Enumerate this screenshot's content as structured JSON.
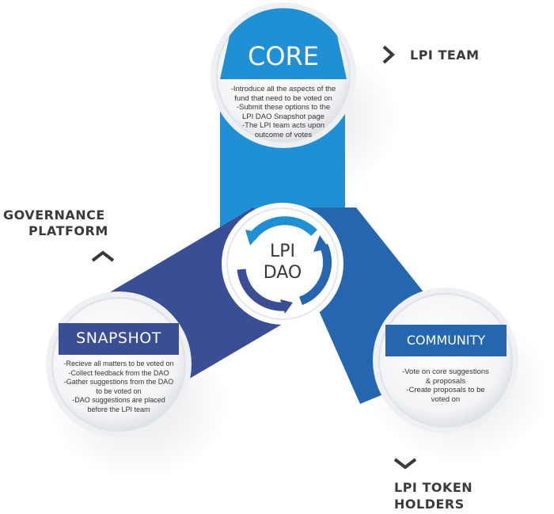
{
  "colors": {
    "light_blue": "#1f8fd6",
    "mid_blue": "#2566b0",
    "dark_blue": "#3a4e96",
    "white": "#ffffff",
    "text": "#3a3a3a"
  },
  "center": {
    "line1": "LPI",
    "line2": "DAO"
  },
  "core": {
    "title": "CORE",
    "lines": [
      "-Introduce all the aspects of the",
      "fund that need to be voted on",
      "-Submit these options to the",
      "LPI DAO Snapshot page",
      "-The LPI team acts upon",
      "outcome of votes"
    ],
    "side_label": "LPI TEAM"
  },
  "snapshot": {
    "title": "SNAPSHOT",
    "lines": [
      "-Recieve all matters to be voted on",
      "-Collect feedback from the  DAO",
      "-Gather suggestions from the DAO",
      "to be voted on",
      "-DAO suggestions are placed",
      "before the LPI team"
    ],
    "side_label_1": "GOVERNANCE",
    "side_label_2": "PLATFORM"
  },
  "community": {
    "title": "COMMUNITY",
    "lines": [
      "-Vote on core suggestions",
      "& proposals",
      "-Create proposals to be",
      "voted on"
    ],
    "side_label_1": "LPI TOKEN",
    "side_label_2": "HOLDERS"
  },
  "icons": {
    "core_arrow": "chevron-right-icon",
    "snapshot_arrow": "chevron-up-icon",
    "community_arrow": "chevron-down-icon",
    "cycle": "cycle-arrows-icon"
  }
}
